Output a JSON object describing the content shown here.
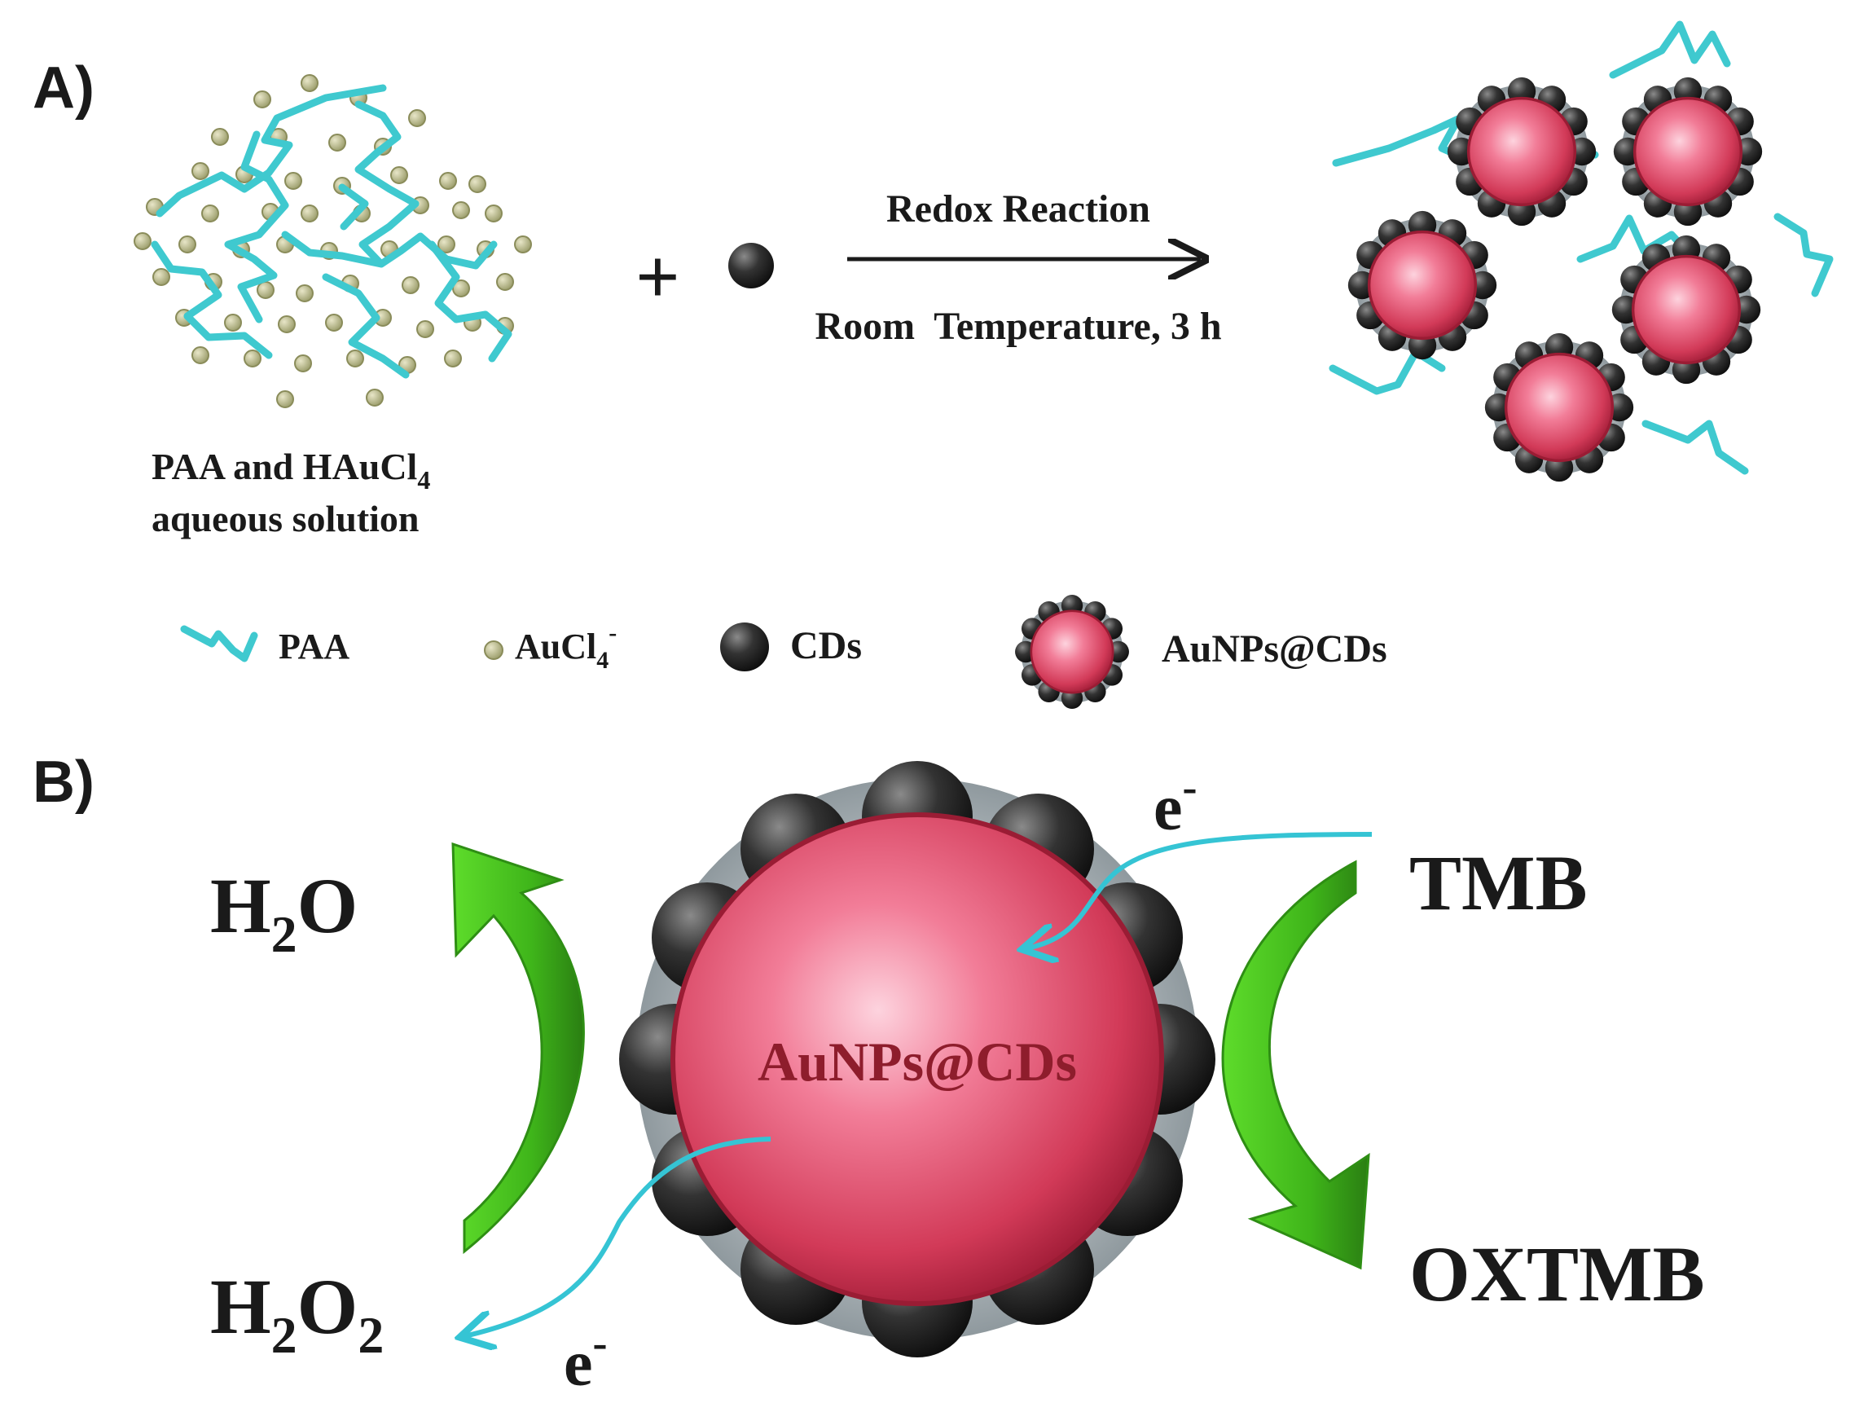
{
  "panel_a": {
    "label": "A)",
    "reactant_caption_line1": "PAA and HAuCl",
    "reactant_caption_sub": "4",
    "reactant_caption_line2": "aqueous solution",
    "plus_sign": "+",
    "arrow_top": "Redox Reaction",
    "arrow_bottom": "Room  Temperature, 3 h"
  },
  "legend": {
    "paa": "PAA",
    "aucl4_base": "AuCl",
    "aucl4_sub": "4",
    "aucl4_sup": "-",
    "cds": "CDs",
    "aunps": "AuNPs@CDs"
  },
  "panel_b": {
    "label": "B)",
    "center_label": "AuNPs@CDs",
    "h2o_h": "H",
    "h2o_sub": "2",
    "h2o_o": "O",
    "h2o2_h": "H",
    "h2o2_sub1": "2",
    "h2o2_o": "O",
    "h2o2_sub2": "2",
    "tmb": "TMB",
    "oxtmb": "OXTMB",
    "electron_top": "e",
    "electron_top_sup": "-",
    "electron_bottom": "e",
    "electron_bottom_sup": "-"
  },
  "colors": {
    "paa": "#3fc9cf",
    "aucl4": "#9a9c6a",
    "au_core": "#d23a58",
    "cd": "#2a2a2a",
    "arrow_green": "#4cd324",
    "electron_path": "#35c4d4"
  }
}
